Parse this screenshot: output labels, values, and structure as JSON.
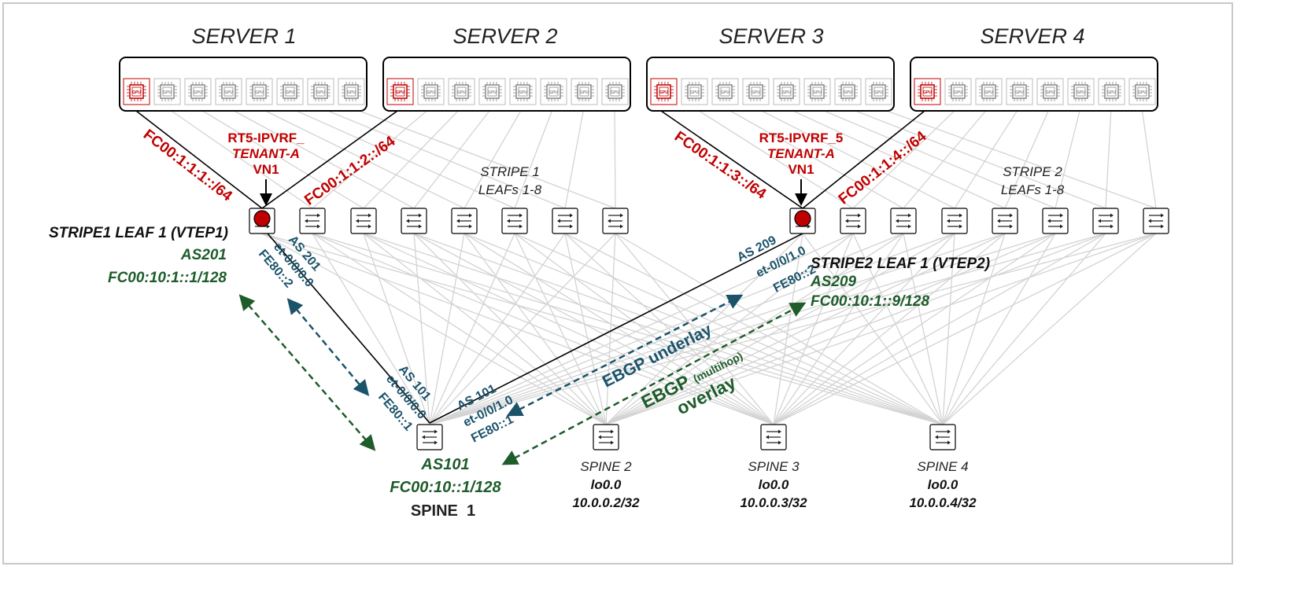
{
  "servers": [
    {
      "title": "SERVER 1"
    },
    {
      "title": "SERVER 2"
    },
    {
      "title": "SERVER 3"
    },
    {
      "title": "SERVER 4"
    }
  ],
  "gpu_label": "GPU",
  "gpu_links": {
    "s1": "FC00:1:1:1::/64",
    "s2": "FC00:1:1:2::/64",
    "s3": "FC00:1:1:3::/64",
    "s4": "FC00:1:1:4::/64"
  },
  "vrf1": {
    "line1": "RT5-IPVRF_",
    "line2": "TENANT-A",
    "line3": "VN1"
  },
  "vrf2": {
    "line1": "RT5-IPVRF_5",
    "line2": "TENANT-A",
    "line3": "VN1"
  },
  "stripe1": {
    "line1": "STRIPE 1",
    "line2": "LEAFs 1-8"
  },
  "stripe2": {
    "line1": "STRIPE 2",
    "line2": "LEAFs 1-8"
  },
  "leaf1": {
    "name": "STRIPE1 LEAF 1 (VTEP1)",
    "as": "AS201",
    "addr": "FC00:10:1::1/128",
    "link_as": "AS 201",
    "link_if": "et-0/0/0.0",
    "link_ll": "FE80::2"
  },
  "leaf2": {
    "name": "STRIPE2 LEAF 1 (VTEP2)",
    "as": "AS209",
    "addr": "FC00:10:1::9/128",
    "link_as": "AS 209",
    "link_if": "et-0/0/1.0",
    "link_ll": "FE80::2"
  },
  "spine1": {
    "as": "AS101",
    "addr": "FC00:10::1/128",
    "name": "SPINE  1",
    "l1_as": "AS 101",
    "l1_if": "et-0/0/0.0",
    "l1_ll": "FE80::1",
    "l2_as": "AS 101",
    "l2_if": "et-0/0/1.0",
    "l2_ll": "FE80::1"
  },
  "spines": [
    {
      "name": "SPINE 2",
      "lo": "lo0.0",
      "ip": "10.0.0.2/32"
    },
    {
      "name": "SPINE 3",
      "lo": "lo0.0",
      "ip": "10.0.0.3/32"
    },
    {
      "name": "SPINE 4",
      "lo": "lo0.0",
      "ip": "10.0.0.4/32"
    }
  ],
  "underlay": "EBGP underlay",
  "overlay": {
    "line1": "EBGP",
    "multihop": "(multihop)",
    "line2": "overlay"
  },
  "colors": {
    "red": "#c00000",
    "underlay": "#1b536b",
    "overlay": "#1e5c2a",
    "mesh": "#d3d3d3"
  }
}
